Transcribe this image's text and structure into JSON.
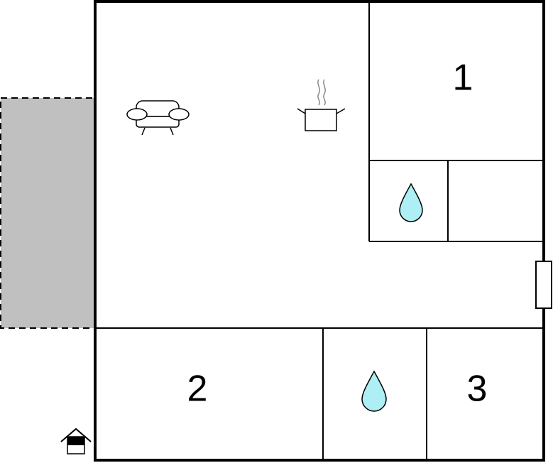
{
  "floor_plan": {
    "terrace": {
      "fill": "#c0c0c0",
      "border": "dashed"
    },
    "rooms": [
      {
        "id": "bedroom-1",
        "label": "1"
      },
      {
        "id": "bedroom-2",
        "label": "2"
      },
      {
        "id": "bedroom-3",
        "label": "3"
      },
      {
        "id": "bathroom-upper",
        "icon": "water-drop-icon"
      },
      {
        "id": "bathroom-lower",
        "icon": "water-drop-icon"
      },
      {
        "id": "utility-room"
      },
      {
        "id": "living-kitchen",
        "icons": [
          "sofa-icon",
          "cooking-pot-icon"
        ]
      }
    ],
    "icons": {
      "sofa": "sofa-icon",
      "pot": "cooking-pot-icon",
      "drop": "water-drop-icon",
      "entrance": "entrance-house-icon",
      "window": "window-icon"
    },
    "colors": {
      "walls": "#000000",
      "water": "#aeeef5",
      "terrace": "#c0c0c0",
      "steam": "#888888"
    }
  }
}
